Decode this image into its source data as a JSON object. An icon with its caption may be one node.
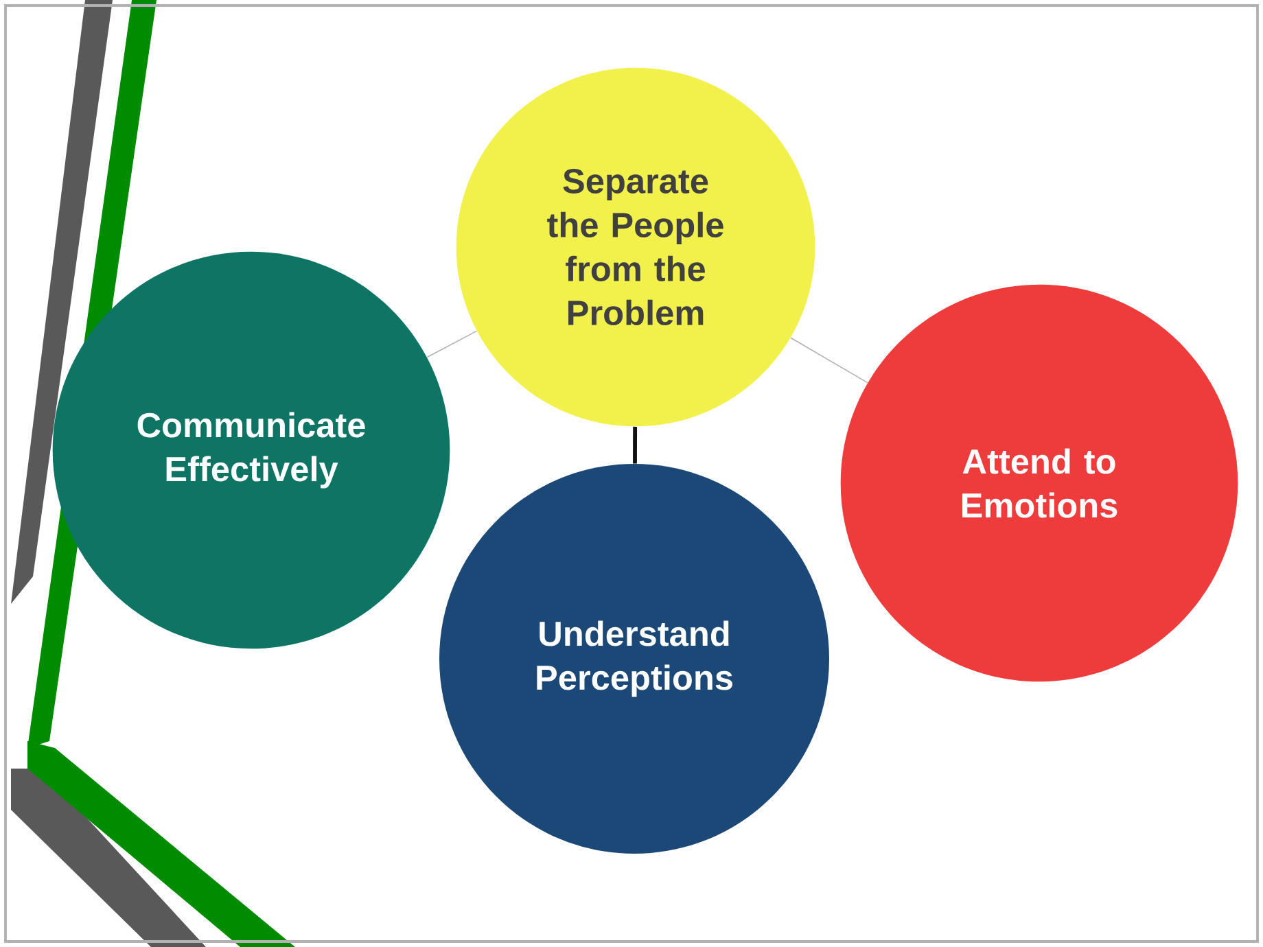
{
  "diagram": {
    "nodes": [
      {
        "text": [
          "Separate the People from the Problem"
        ]
      },
      {
        "text": [
          "Communicate Effectively"
        ]
      },
      {
        "text": [
          "Attend to Emotions"
        ]
      },
      {
        "text": [
          "Understand Perceptions"
        ]
      }
    ],
    "edges": [
      {
        "from": 0,
        "to": 1,
        "arrow": "none"
      },
      {
        "from": 0,
        "to": 2,
        "arrow": "none"
      },
      {
        "from": 0,
        "to": 3,
        "arrow": "none",
        "style": "thick",
        "color": "#111111"
      }
    ]
  }
}
